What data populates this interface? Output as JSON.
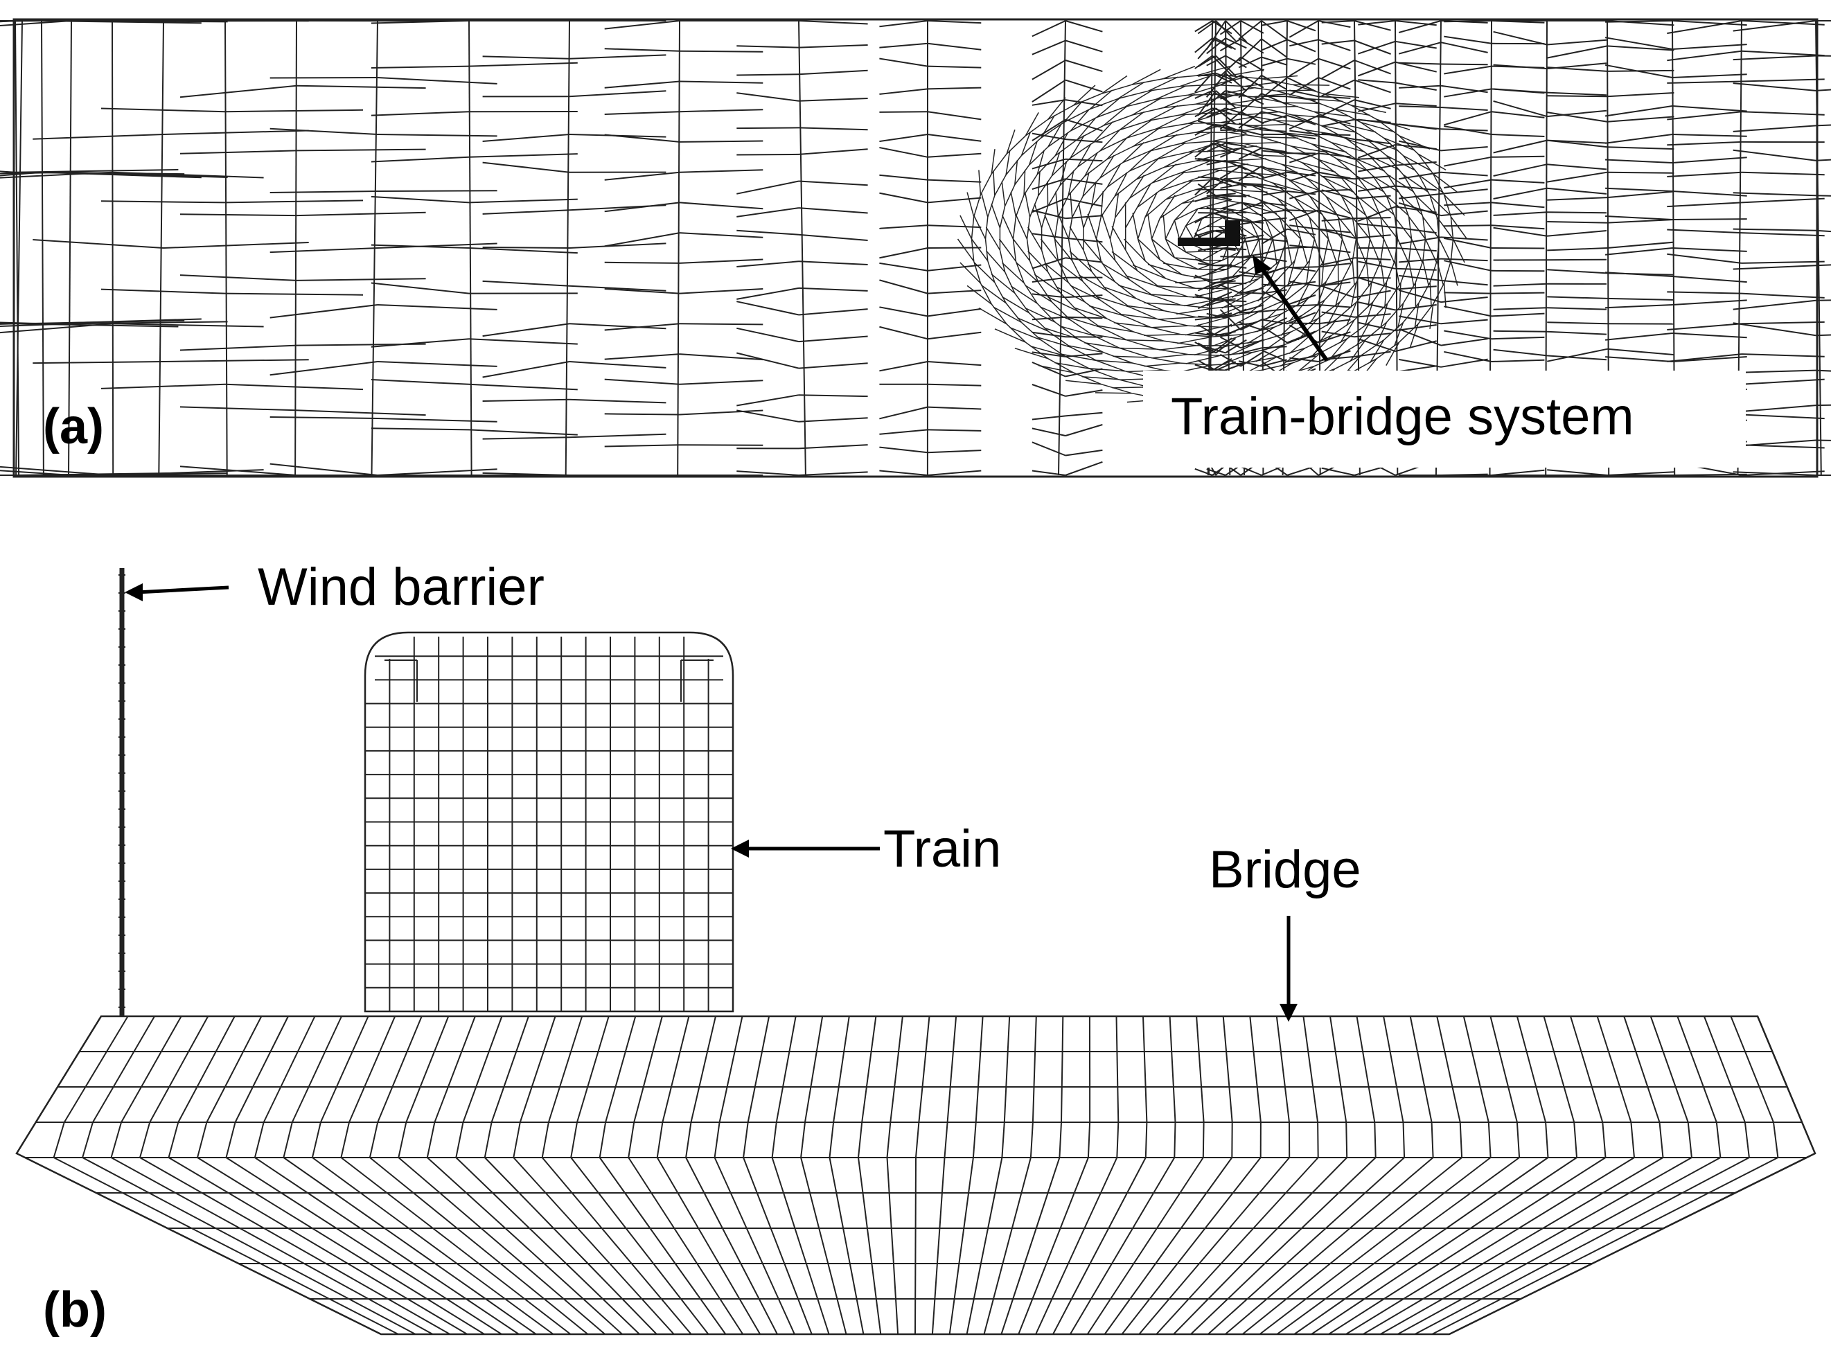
{
  "panel_a": {
    "label": "(a)",
    "callout": "Train-bridge system"
  },
  "panel_b": {
    "label": "(b)",
    "callouts": {
      "wind_barrier": "Wind barrier",
      "train": "Train",
      "bridge": "Bridge"
    }
  },
  "colors": {
    "line": "#222222",
    "background": "#ffffff"
  }
}
